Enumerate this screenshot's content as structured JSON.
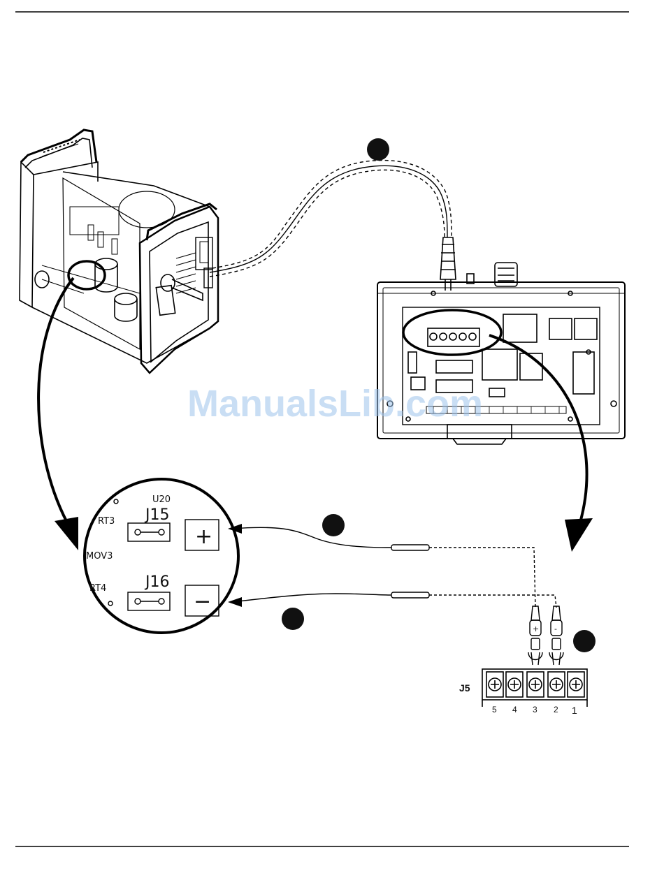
{
  "watermark": "ManualsLib.com",
  "detail": {
    "u20": "U20",
    "rt3": "RT3",
    "j15": "J15",
    "mov3": "MOV3",
    "rt4": "RT4",
    "j16": "J16",
    "plus_symbol": "+",
    "minus_symbol": "−"
  },
  "terminal_block": {
    "label": "J5",
    "terminals": [
      "5",
      "4",
      "3",
      "2",
      "1"
    ],
    "plus_mark": "+",
    "minus_mark": "-"
  },
  "callouts": [
    {
      "id": "cable",
      "color": "#111111"
    },
    {
      "id": "plus-wire",
      "color": "#111111"
    },
    {
      "id": "minus-wire",
      "color": "#111111"
    },
    {
      "id": "terminals",
      "color": "#111111"
    }
  ]
}
